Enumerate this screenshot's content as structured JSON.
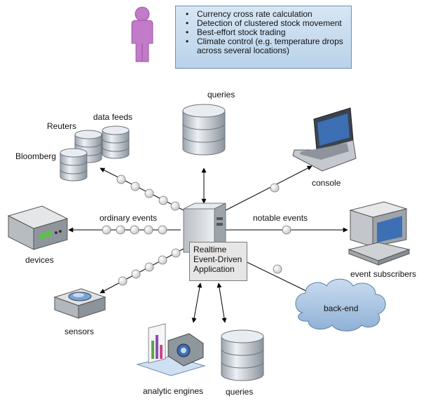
{
  "callout": {
    "items": [
      "Currency cross rate calculation",
      "Detection of clustered stock movement",
      "Best-effort stock trading",
      "Climate control (e.g. temperature drops",
      "across several locations)"
    ]
  },
  "labels": {
    "queries_top": "queries",
    "data_feeds": "data feeds",
    "reuters": "Reuters",
    "bloomberg": "Bloomberg",
    "console": "console",
    "ordinary_events": "ordinary events",
    "notable_events": "notable events",
    "devices": "devices",
    "event_subscribers": "event subscribers",
    "sensors": "sensors",
    "back_end": "back-end",
    "analytic_engines": "analytic engines",
    "queries_bottom": "queries"
  },
  "app": {
    "line1": "Realtime",
    "line2": "Event-Driven",
    "line3": "Application"
  },
  "colors": {
    "callout_fill": "#c6dbef",
    "person": "#c27ac9",
    "cloud": "#a9c4e2",
    "database": "#d9dde3"
  },
  "icons": [
    "person-icon",
    "database-icon",
    "laptop-icon",
    "server-icon",
    "device-icon",
    "monitor-icon",
    "sensor-icon",
    "cloud-icon",
    "analytic-engine-icon"
  ]
}
